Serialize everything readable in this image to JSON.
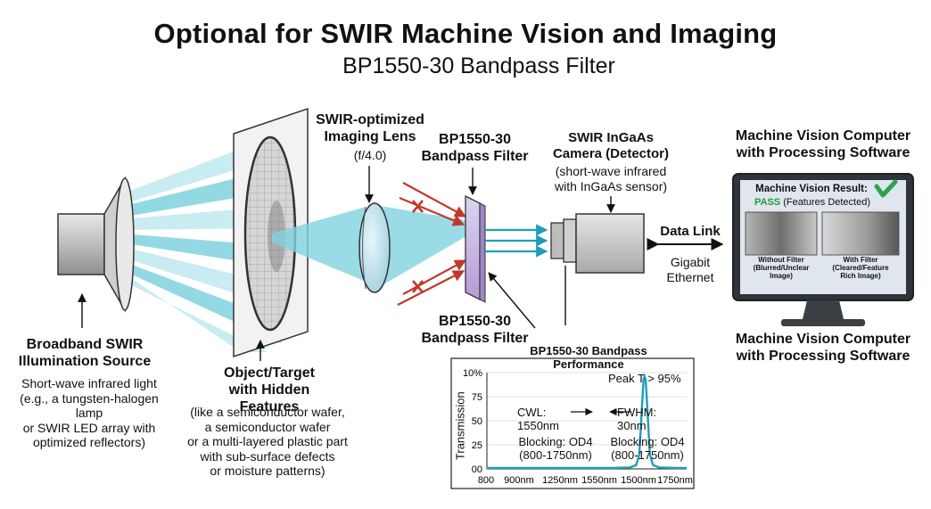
{
  "header": {
    "title": "Optional for SWIR Machine Vision and Imaging",
    "subtitle": "BP1550-30 Bandpass Filter"
  },
  "source": {
    "title_lines": [
      "Broadband SWIR",
      "Illumination Source"
    ],
    "desc_lines": [
      "Short-wave infrared light",
      "(e.g., a tungsten-halogen lamp",
      "or SWIR LED array with",
      "optimized reflectors)"
    ]
  },
  "target": {
    "title_lines": [
      "Object/Target",
      "with Hidden Features"
    ],
    "desc_lines": [
      "(like a semiconductor wafer,",
      "a semiconductor wafer",
      "or a multi-layered plastic part",
      "with sub-surface defects",
      "or moisture patterns)"
    ]
  },
  "lens": {
    "title_lines": [
      "SWIR-optimized",
      "Imaging Lens"
    ],
    "note": "(f/4.0)"
  },
  "filter_top": {
    "title_lines": [
      "BP1550-30",
      "Bandpass Filter"
    ]
  },
  "filter_bottom": {
    "title_lines": [
      "BP1550-30",
      "Bandpass Filter"
    ]
  },
  "camera": {
    "title_lines": [
      "SWIR InGaAs",
      "Camera (Detector)"
    ],
    "desc_lines": [
      "(short-wave infrared",
      "with InGaAs sensor)"
    ]
  },
  "link": {
    "title": "Data Link",
    "desc_lines": [
      "Gigabit",
      "Ethernet"
    ]
  },
  "computer": {
    "title_top_lines": [
      "Machine Vision Computer",
      "with Processing Software"
    ],
    "title_bottom_lines": [
      "Machine Vision Computer",
      "with Processing Software"
    ],
    "screen_heading": "Machine Vision Result:",
    "result_word": "PASS",
    "result_note": "(Features Detected)",
    "left_caption_lines": [
      "Without Filter",
      "(Blurred/Unclear",
      "Image)"
    ],
    "right_caption_lines": [
      "With Filter",
      "(Cleared/Feature",
      "Rich Image)"
    ]
  },
  "colors": {
    "beam": "#7fd3e0",
    "beam_light": "#bfe9f0",
    "reject": "#c0392b",
    "pass_arrow": "#1f9fb5",
    "pass_text": "#1e9e3a",
    "check": "#2ca34a",
    "screen": "#dfe6ee",
    "curve": "#1f9fb5"
  },
  "chart_data": {
    "type": "line",
    "title": "BP1550-30 Bandpass Performance",
    "ylabel": "Transmission",
    "xlabel": "",
    "y_ticks": [
      "10%",
      "75",
      "50",
      "25",
      "00"
    ],
    "x_ticks": [
      "800",
      "900nm",
      "1250nm",
      "1550nm",
      "1500nm",
      "1750nm"
    ],
    "annotations": {
      "peak": "Peak T > 95%",
      "cwl": "CWL: 1550nm",
      "fwhm": "FWHM: 30nm",
      "blocking_left_lines": [
        "Blocking: OD4",
        "(800-1750nm)"
      ],
      "blocking_right_lines": [
        "Blocking: OD4",
        "(800-1750nm)"
      ]
    },
    "series": [
      {
        "x": [
          800,
          1400,
          1480,
          1510,
          1525,
          1535,
          1545,
          1550,
          1555,
          1565,
          1575,
          1590,
          1620,
          1700,
          1750
        ],
        "y": [
          1,
          1,
          1.5,
          4,
          15,
          55,
          93,
          96,
          93,
          55,
          15,
          4,
          1.5,
          1,
          1
        ]
      }
    ],
    "xlim": [
      800,
      1750
    ],
    "ylim": [
      0,
      100
    ]
  }
}
